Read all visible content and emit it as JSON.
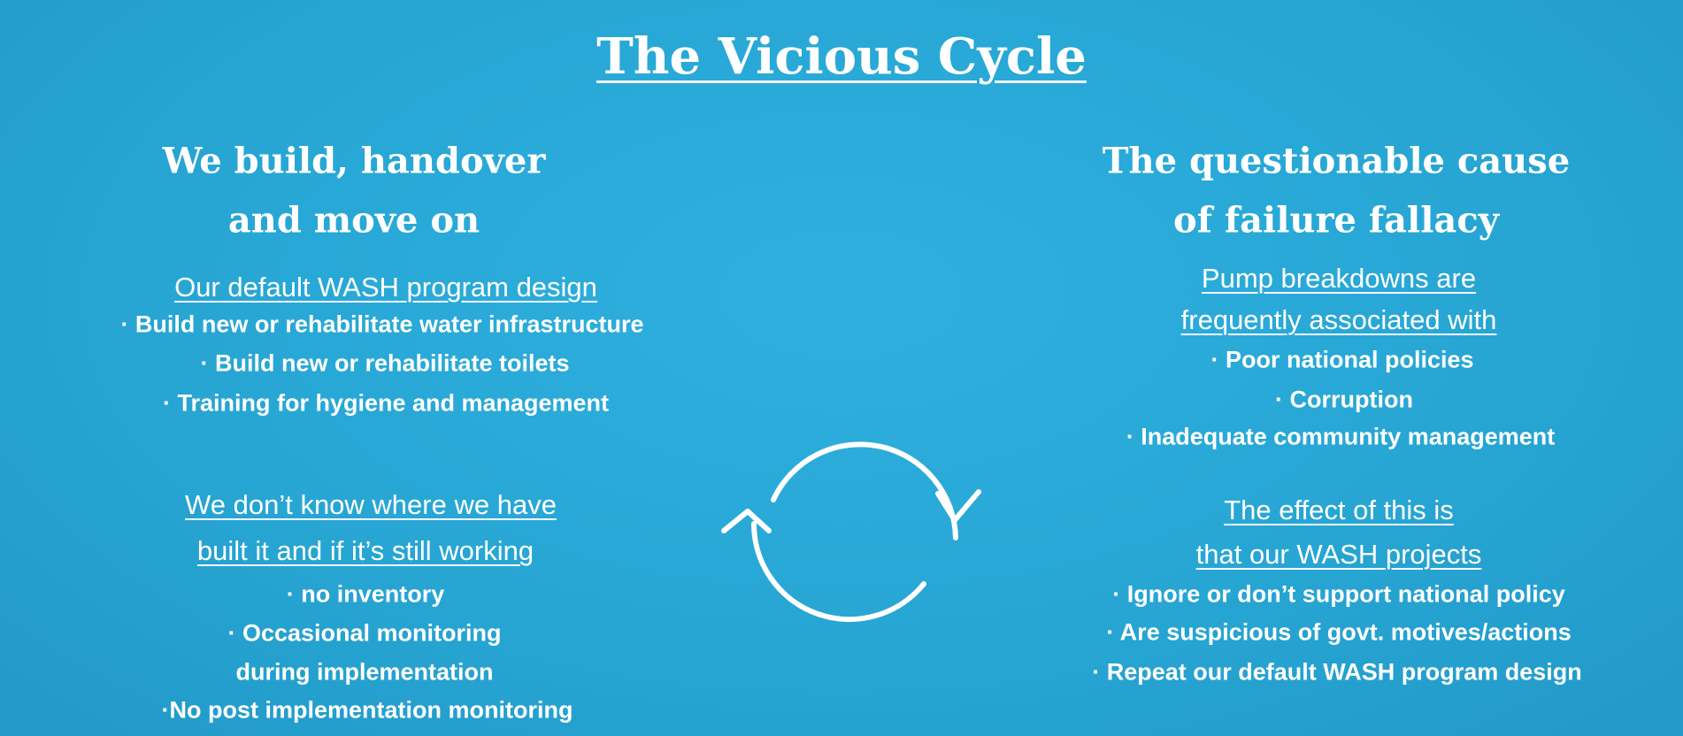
{
  "title": "The Vicious Cycle",
  "left": {
    "heading": [
      "We build, handover",
      "and move on"
    ],
    "section1": {
      "subheading": [
        "Our default WASH program design"
      ],
      "bullets": [
        "· Build new or rehabilitate water infrastructure",
        "· Build new or rehabilitate toilets",
        "· Training for hygiene and management"
      ]
    },
    "section2": {
      "subheading": [
        "We don’t know where we have ",
        "built it and if it’s still working"
      ],
      "bullets": [
        "· no inventory",
        "· Occasional monitoring",
        "during implementation",
        "·No post implementation monitoring"
      ]
    }
  },
  "right": {
    "heading": [
      "The questionable cause",
      "of failure fallacy"
    ],
    "section1": {
      "subheading": [
        "Pump breakdowns are ",
        "frequently associated with"
      ],
      "bullets": [
        "· Poor national policies",
        "· Corruption",
        "· Inadequate community management"
      ]
    },
    "section2": {
      "subheading": [
        "The effect of this is ",
        "that our WASH projects"
      ],
      "bullets": [
        "· Ignore or don’t support national policy",
        "· Are suspicious of govt. motives/actions",
        "· Repeat our default WASH program design"
      ]
    }
  },
  "cycle_icon": "cycle-arrows-icon"
}
